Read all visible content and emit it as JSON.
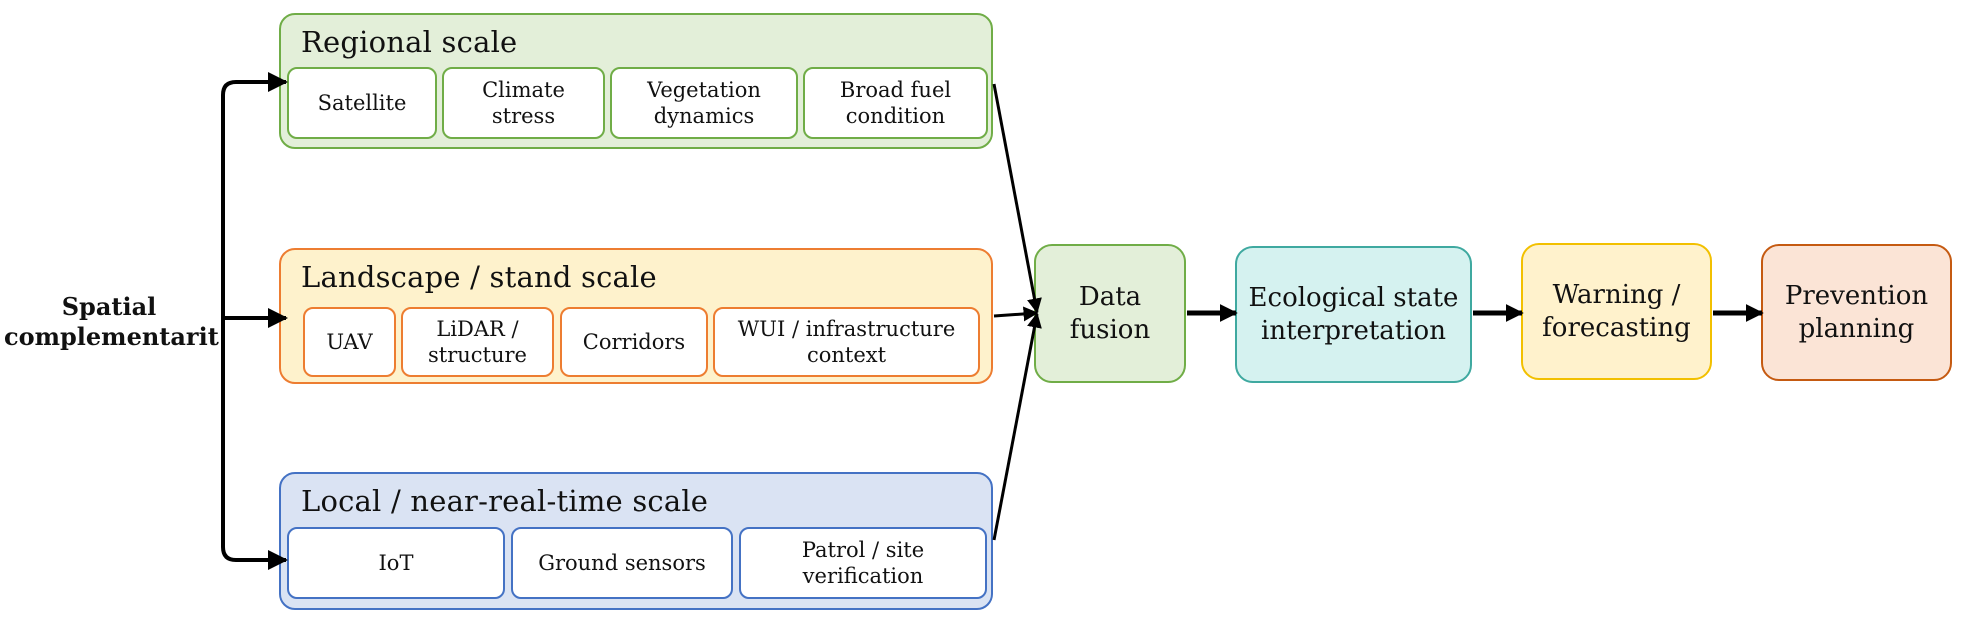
{
  "side_label": "Spatial\ncomplementarit",
  "groups": {
    "regional": {
      "title": "Regional scale",
      "items": [
        "Satellite",
        "Climate\nstress",
        "Vegetation\ndynamics",
        "Broad fuel\ncondition"
      ]
    },
    "landscape": {
      "title": "Landscape / stand scale",
      "items": [
        "UAV",
        "LiDAR /\nstructure",
        "Corridors",
        "WUI / infrastructure\ncontext"
      ]
    },
    "local": {
      "title": "Local / near-real-time scale",
      "items": [
        "IoT",
        "Ground sensors",
        "Patrol / site\nverification"
      ]
    }
  },
  "pipeline": [
    "Data\nfusion",
    "Ecological state\ninterpretation",
    "Warning /\nforecasting",
    "Prevention\nplanning"
  ],
  "colors": {
    "regional_fill": "#e3efd9",
    "regional_border": "#70ad47",
    "landscape_fill": "#fef2cc",
    "landscape_border": "#ed7d31",
    "local_fill": "#dae3f3",
    "local_border": "#4472c4",
    "fusion_fill": "#e3efd9",
    "fusion_border": "#70ad47",
    "interp_fill": "#d5f2f0",
    "interp_border": "#3fa9a0",
    "warning_fill": "#fff2cc",
    "warning_border": "#f2c000",
    "prevention_fill": "#fbe4d6",
    "prevention_border": "#c55a11"
  }
}
